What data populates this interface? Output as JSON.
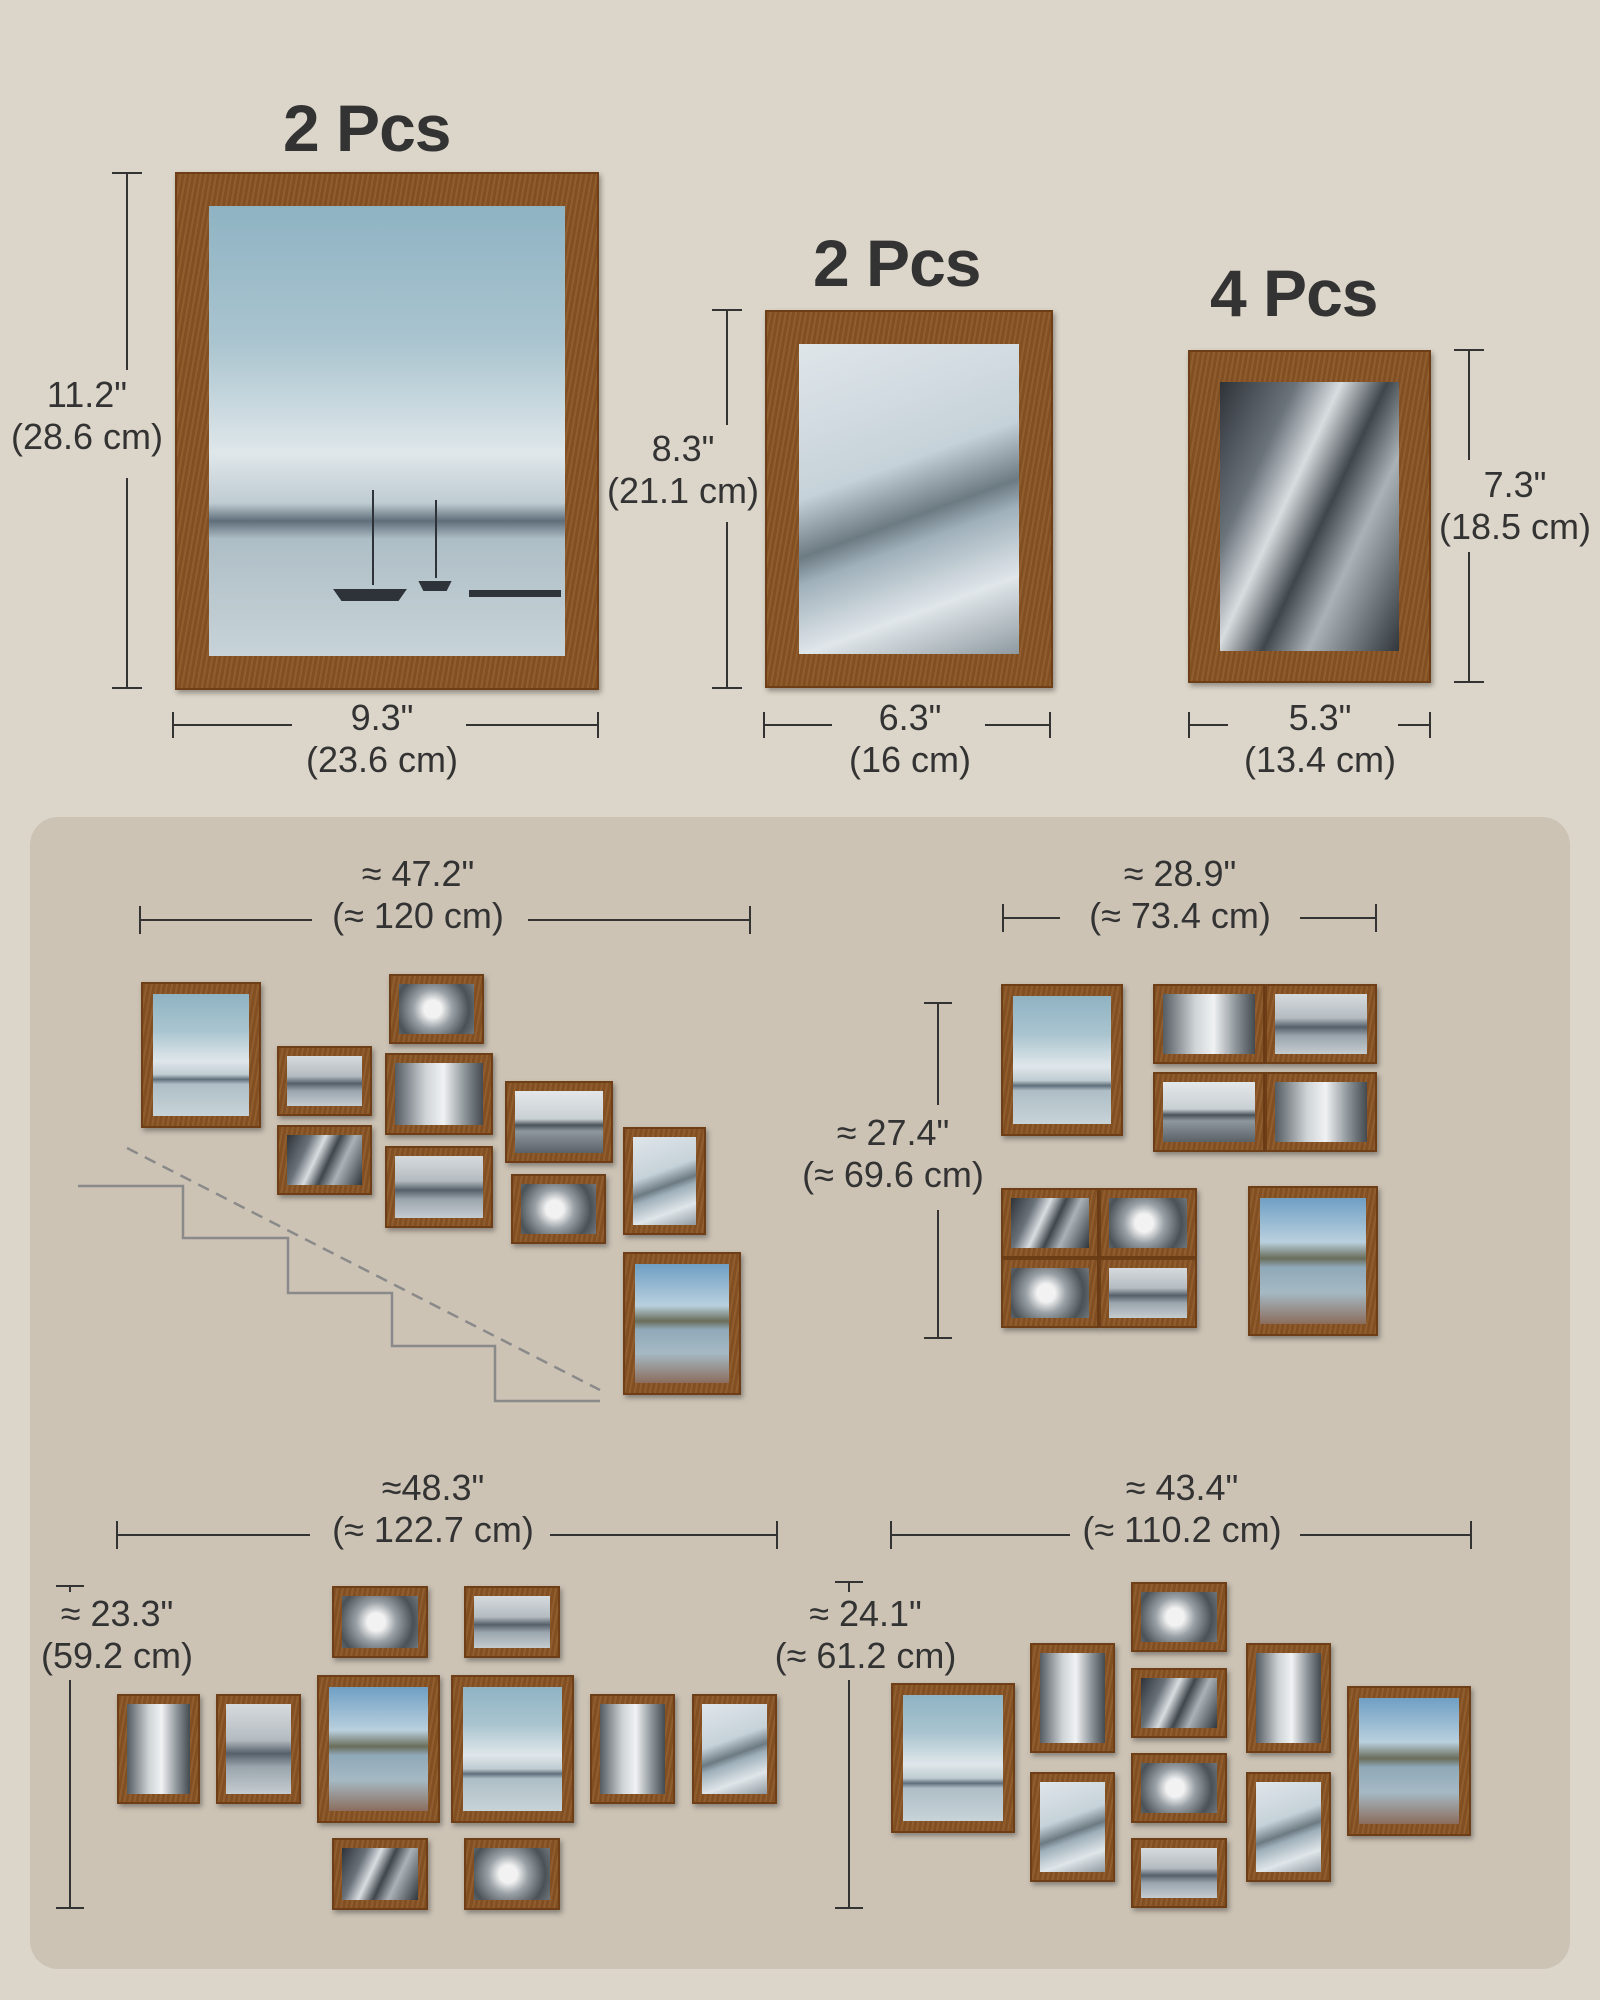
{
  "products": [
    {
      "count": "2 Pcs",
      "height_in": "11.2\"",
      "height_cm": "(28.6 cm)",
      "width_in": "9.3\"",
      "width_cm": "(23.6 cm)"
    },
    {
      "count": "2 Pcs",
      "height_in": "8.3\"",
      "height_cm": "(21.1 cm)",
      "width_in": "6.3\"",
      "width_cm": "(16 cm)"
    },
    {
      "count": "4 Pcs",
      "height_in": "7.3\"",
      "height_cm": "(18.5 cm)",
      "width_in": "5.3\"",
      "width_cm": "(13.4 cm)"
    }
  ],
  "layouts": [
    {
      "width_in": "≈ 47.2\"",
      "width_cm": "(≈ 120 cm)"
    },
    {
      "width_in": "≈ 28.9\"",
      "width_cm": "(≈ 73.4 cm)",
      "height_in": "≈ 27.4\"",
      "height_cm": "(≈ 69.6 cm)"
    },
    {
      "width_in": "≈48.3\"",
      "width_cm": "(≈ 122.7 cm)",
      "height_in": "≈ 23.3\"",
      "height_cm": "(59.2 cm)"
    },
    {
      "width_in": "≈ 43.4\"",
      "width_cm": "(≈ 110.2 cm)",
      "height_in": "≈ 24.1\"",
      "height_cm": "(≈ 61.2 cm)"
    }
  ],
  "colors": {
    "background": "#dcd5c9",
    "panel": "#ccc3b5",
    "frame": "#8a5424",
    "text": "#333333"
  }
}
